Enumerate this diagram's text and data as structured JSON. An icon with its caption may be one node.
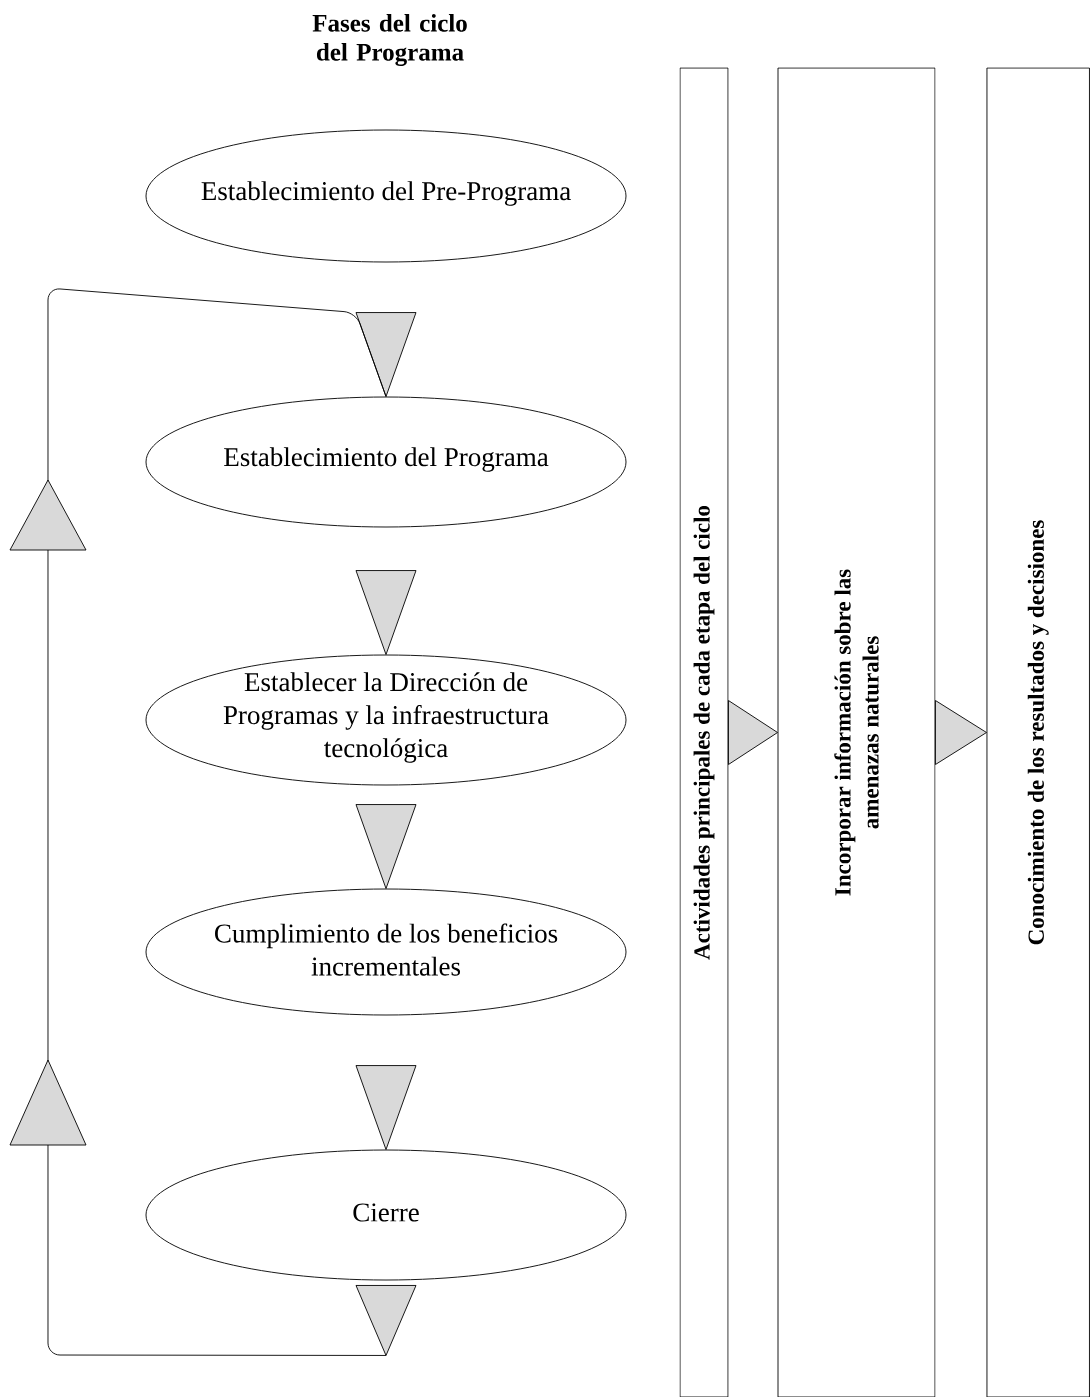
{
  "diagram": {
    "title": "Fases del ciclo del Programa",
    "nodes": [
      {
        "text": [
          "Establecimiento del Pre-Programa"
        ]
      },
      {
        "text": [
          "Establecimiento del Programa"
        ]
      },
      {
        "text": [
          "Establecer la Dirección de Programas y la infraestructura tecnológica"
        ]
      },
      {
        "text": [
          "Cumplimiento de los beneficios incrementales"
        ]
      },
      {
        "text": [
          "Cierre"
        ]
      },
      {
        "text": [
          "Actividades  principales de cada etapa del ciclo"
        ]
      },
      {
        "text": [
          "Incorporar información sobre las amenazas naturales"
        ]
      },
      {
        "text": [
          "Conocimiento de los resultados y decisiones"
        ]
      }
    ],
    "edges": [
      {
        "from": 0,
        "to": 1,
        "arrow": "to"
      },
      {
        "from": 1,
        "to": 2,
        "arrow": "to"
      },
      {
        "from": 2,
        "to": 3,
        "arrow": "to"
      },
      {
        "from": 3,
        "to": 4,
        "arrow": "to"
      },
      {
        "from": 4,
        "to": 1,
        "arrow": "to"
      },
      {
        "from": 5,
        "to": 6,
        "arrow": "to"
      },
      {
        "from": 6,
        "to": 7,
        "arrow": "to"
      }
    ]
  }
}
